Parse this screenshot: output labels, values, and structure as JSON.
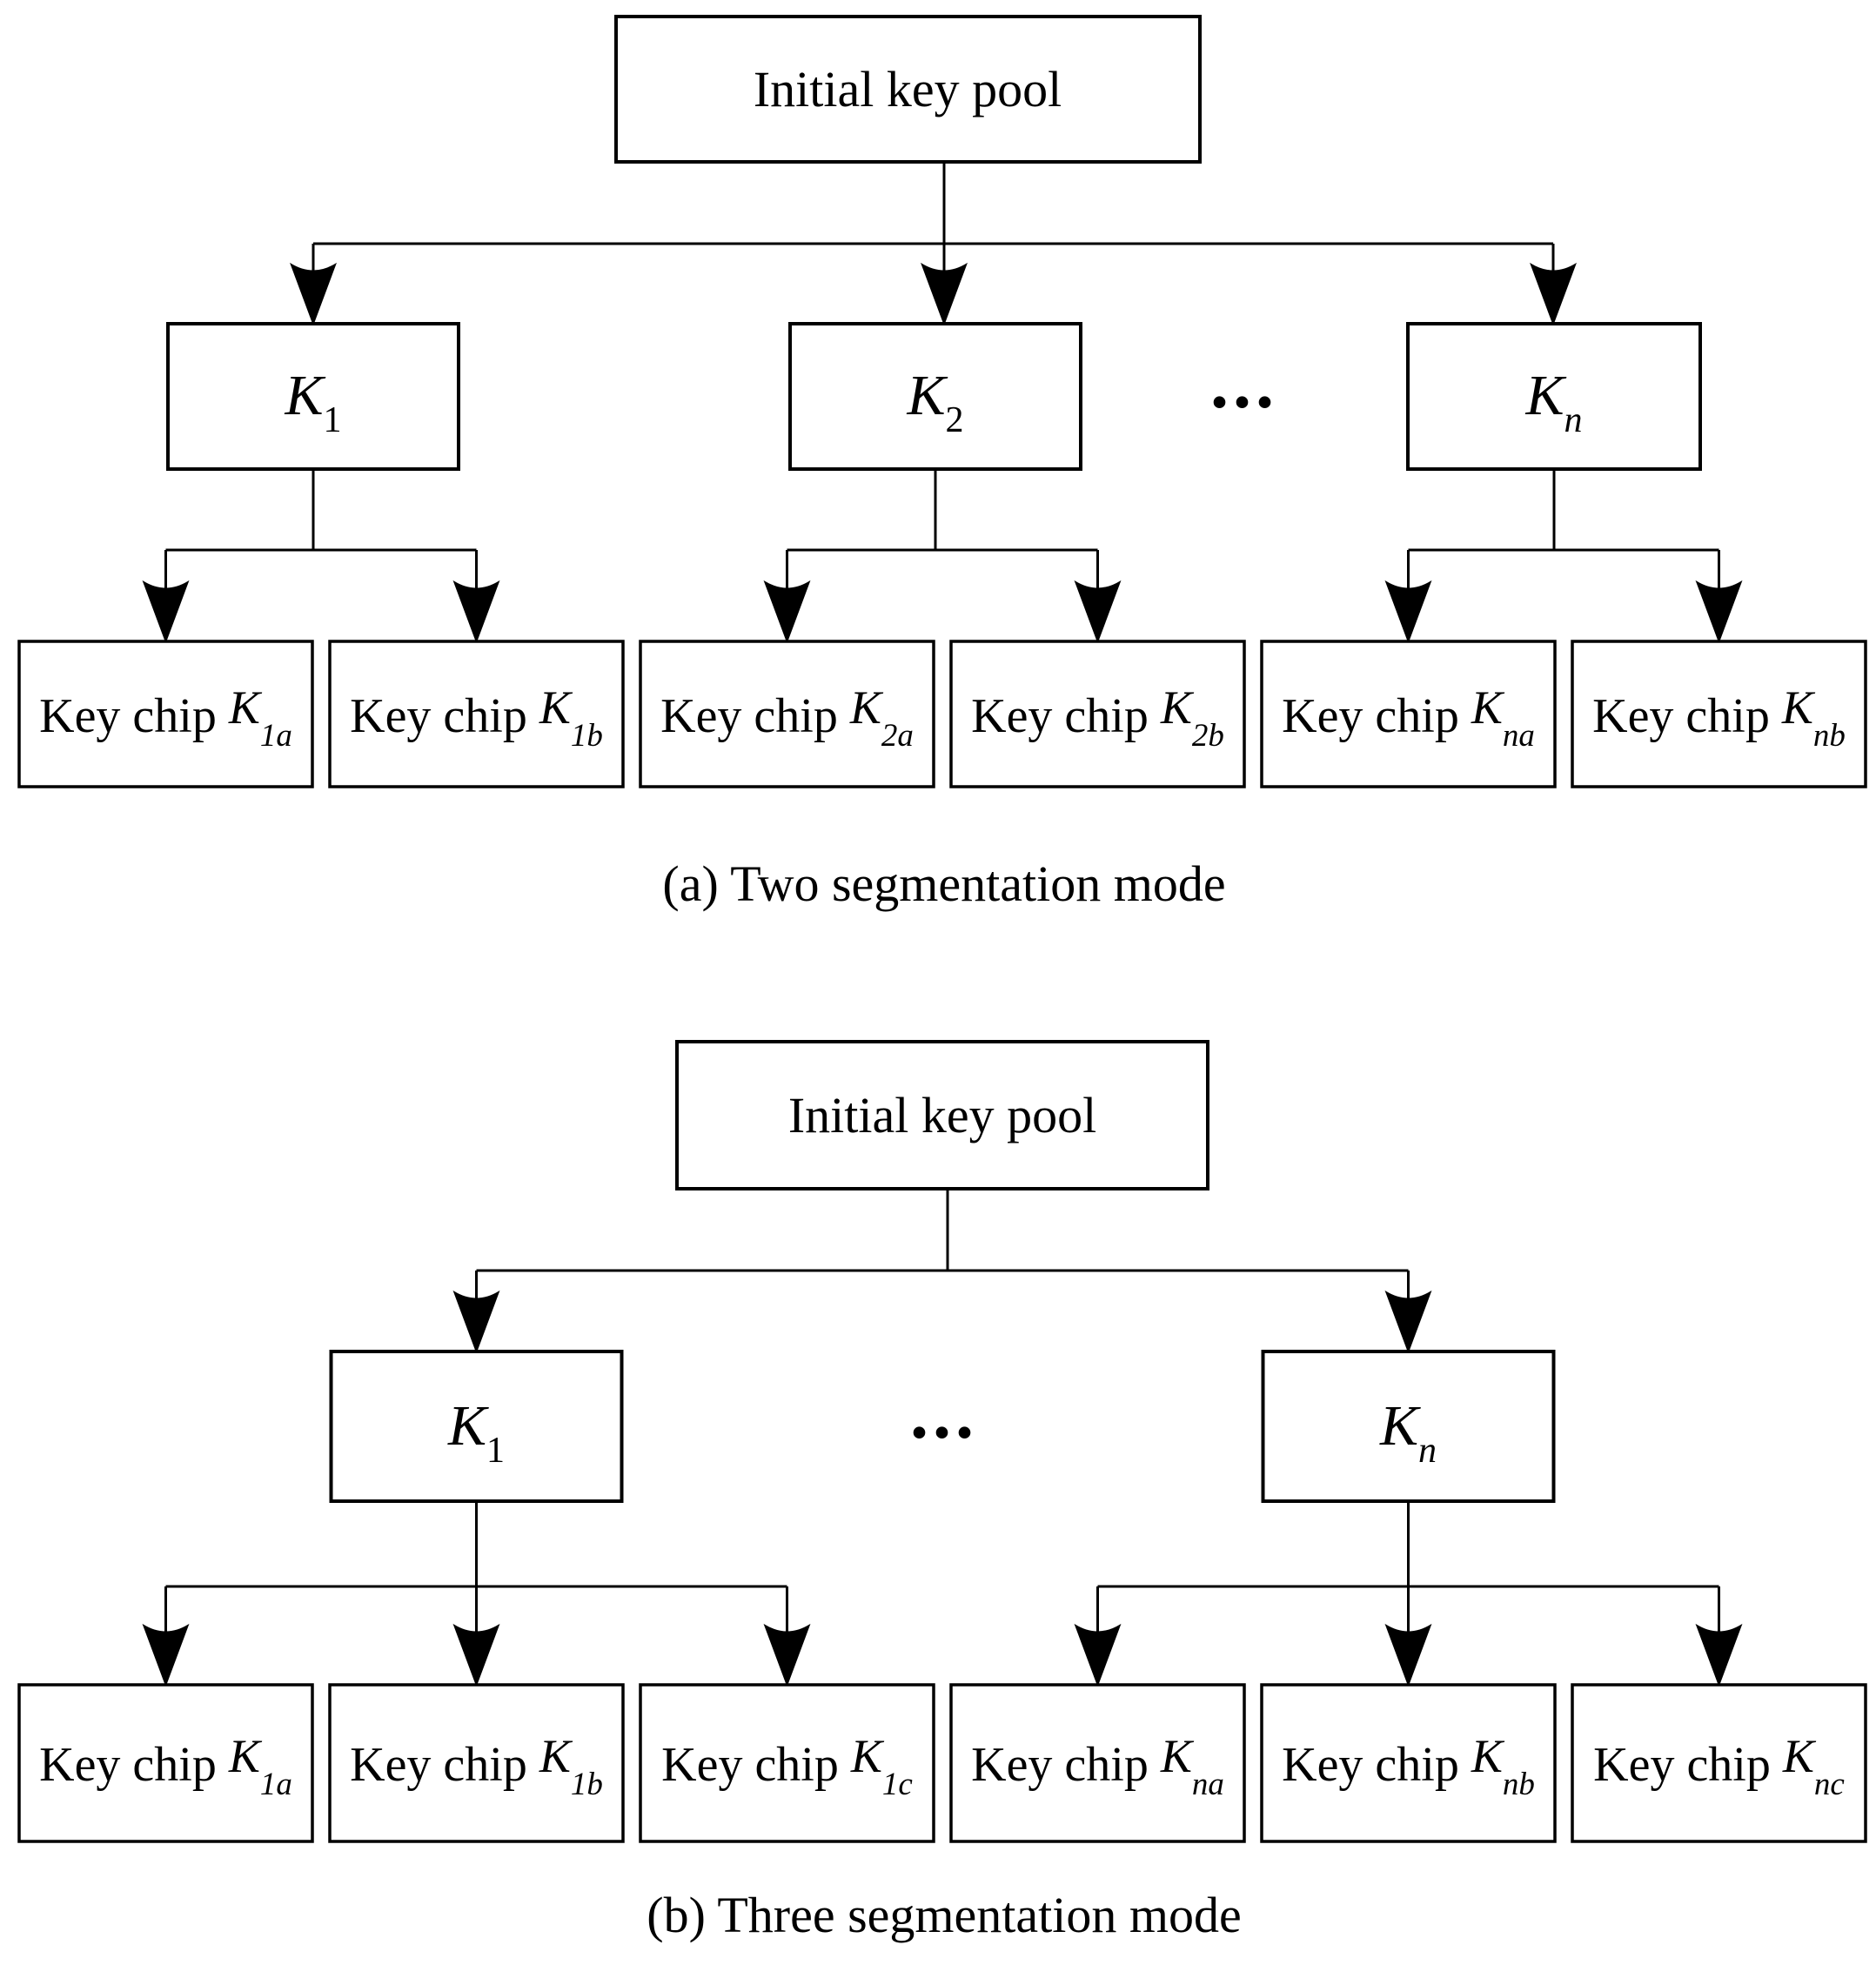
{
  "figure": {
    "panels": [
      {
        "id": "a",
        "root_label": "Initial key pool",
        "ellipsis": "...",
        "nodes": [
          {
            "symbol": "K",
            "subscript": "1"
          },
          {
            "symbol": "K",
            "subscript": "2"
          },
          {
            "symbol": "K",
            "subscript": "n"
          }
        ],
        "chips": [
          {
            "prefix": "Key chip",
            "symbol": "K",
            "subscript": "1a"
          },
          {
            "prefix": "Key chip",
            "symbol": "K",
            "subscript": "1b"
          },
          {
            "prefix": "Key chip",
            "symbol": "K",
            "subscript": "2a"
          },
          {
            "prefix": "Key chip",
            "symbol": "K",
            "subscript": "2b"
          },
          {
            "prefix": "Key chip",
            "symbol": "K",
            "subscript": "na"
          },
          {
            "prefix": "Key chip",
            "symbol": "K",
            "subscript": "nb"
          }
        ],
        "caption": "(a) Two segmentation mode"
      },
      {
        "id": "b",
        "root_label": "Initial key pool",
        "ellipsis": "...",
        "nodes": [
          {
            "symbol": "K",
            "subscript": "1"
          },
          {
            "symbol": "K",
            "subscript": "n"
          }
        ],
        "chips": [
          {
            "prefix": "Key chip",
            "symbol": "K",
            "subscript": "1a"
          },
          {
            "prefix": "Key chip",
            "symbol": "K",
            "subscript": "1b"
          },
          {
            "prefix": "Key chip",
            "symbol": "K",
            "subscript": "1c"
          },
          {
            "prefix": "Key chip",
            "symbol": "K",
            "subscript": "na"
          },
          {
            "prefix": "Key chip",
            "symbol": "K",
            "subscript": "nb"
          },
          {
            "prefix": "Key chip",
            "symbol": "K",
            "subscript": "nc"
          }
        ],
        "caption": "(b) Three segmentation mode"
      }
    ],
    "colors": {
      "line": "#000000",
      "background": "#ffffff"
    }
  }
}
